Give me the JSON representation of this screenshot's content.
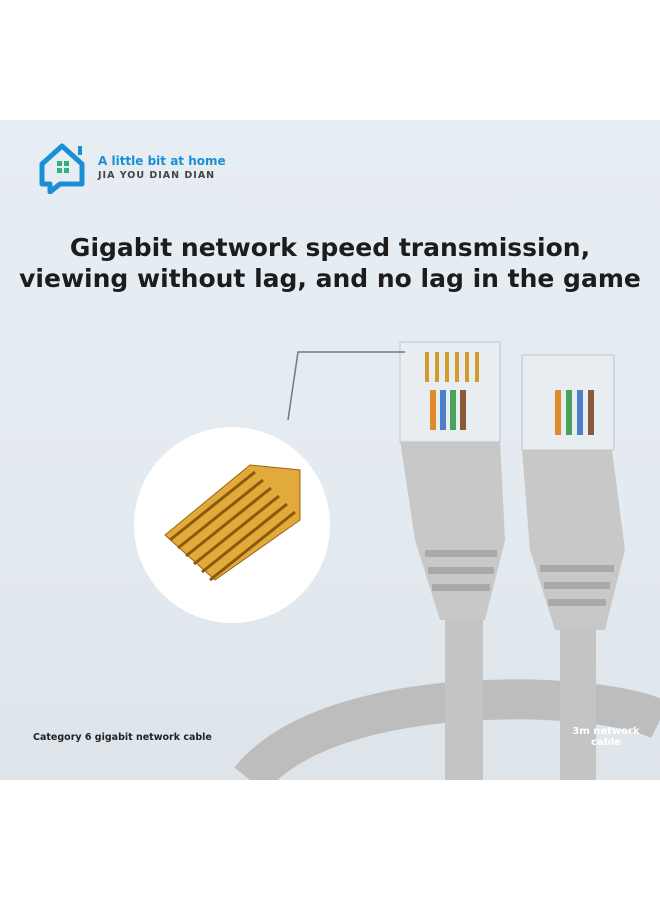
{
  "brand": {
    "name": "A little bit at home",
    "subtitle": "JIA YOU DIAN DIAN"
  },
  "headline": {
    "line1": "Gigabit network speed transmission,",
    "line2": "viewing without lag, and no lag in the game"
  },
  "captions": {
    "left": "Category 6 gigabit network cable",
    "right_line1": "3m network",
    "right_line2": "cable"
  },
  "colors": {
    "brand": "#1a8fd6",
    "cable": "#c9c9c9",
    "gold": "#d89a2a"
  }
}
